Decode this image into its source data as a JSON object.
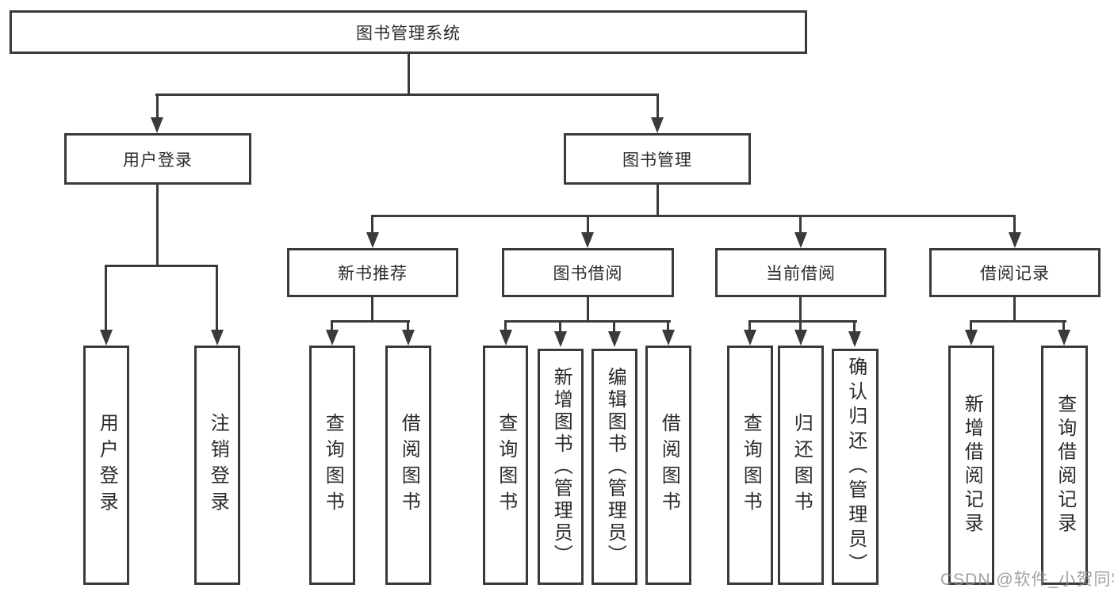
{
  "diagram_type": "hierarchy-tree",
  "tree": {
    "label": "图书管理系统",
    "children": [
      {
        "label": "用户登录",
        "children": [
          {
            "label": "用户登录"
          },
          {
            "label": "注销登录"
          }
        ]
      },
      {
        "label": "图书管理",
        "children": [
          {
            "label": "新书推荐",
            "children": [
              {
                "label": "查询图书"
              },
              {
                "label": "借阅图书"
              }
            ]
          },
          {
            "label": "图书借阅",
            "children": [
              {
                "label": "查询图书"
              },
              {
                "label": "新增图书（管理员）"
              },
              {
                "label": "编辑图书（管理员）"
              },
              {
                "label": "借阅图书"
              }
            ]
          },
          {
            "label": "当前借阅",
            "children": [
              {
                "label": "查询图书"
              },
              {
                "label": "归还图书"
              },
              {
                "label": "确认归还（管理员）"
              }
            ]
          },
          {
            "label": "借阅记录",
            "children": [
              {
                "label": "新增借阅记录"
              },
              {
                "label": "查询借阅记录"
              }
            ]
          }
        ]
      }
    ]
  },
  "colors": {
    "line": "#3a3a3a",
    "text": "#2b2b2b",
    "background": "#ffffff",
    "watermark_gray": "#8c8c8c"
  },
  "watermark": "CSDN @软件_小贺同学"
}
